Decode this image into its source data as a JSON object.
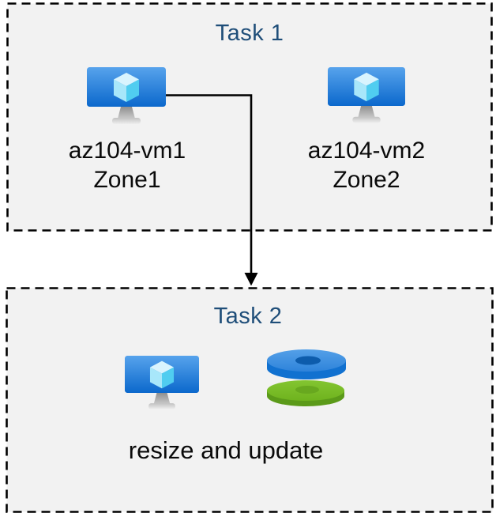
{
  "diagram": {
    "task1": {
      "title": "Task 1",
      "vms": [
        {
          "name": "az104-vm1",
          "zone": "Zone1"
        },
        {
          "name": "az104-vm2",
          "zone": "Zone2"
        }
      ]
    },
    "task2": {
      "title": "Task 2",
      "caption": "resize and update"
    },
    "icons": {
      "vm": "azure-virtual-machine-icon",
      "disks": "azure-managed-disks-icon",
      "arrow": "down-arrow-connector"
    },
    "colors": {
      "title_text": "#1f4e79",
      "label_text": "#0a0a0a",
      "box_background": "#f2f2f2",
      "box_border": "#000000",
      "vm_screen_top": "#57a3ec",
      "vm_screen_bottom": "#0b68cc",
      "cube_top": "#d9f4fe",
      "cube_left": "#a8e7fa",
      "cube_right": "#50cdf0",
      "disk_blue_top": "#3e90e0",
      "disk_blue_side": "#1171d0",
      "disk_blue_hole": "#0d5cac",
      "disk_green_top": "#76bc21",
      "disk_green_side": "#5b9a19",
      "disk_green_hole": "#68a81f"
    }
  }
}
